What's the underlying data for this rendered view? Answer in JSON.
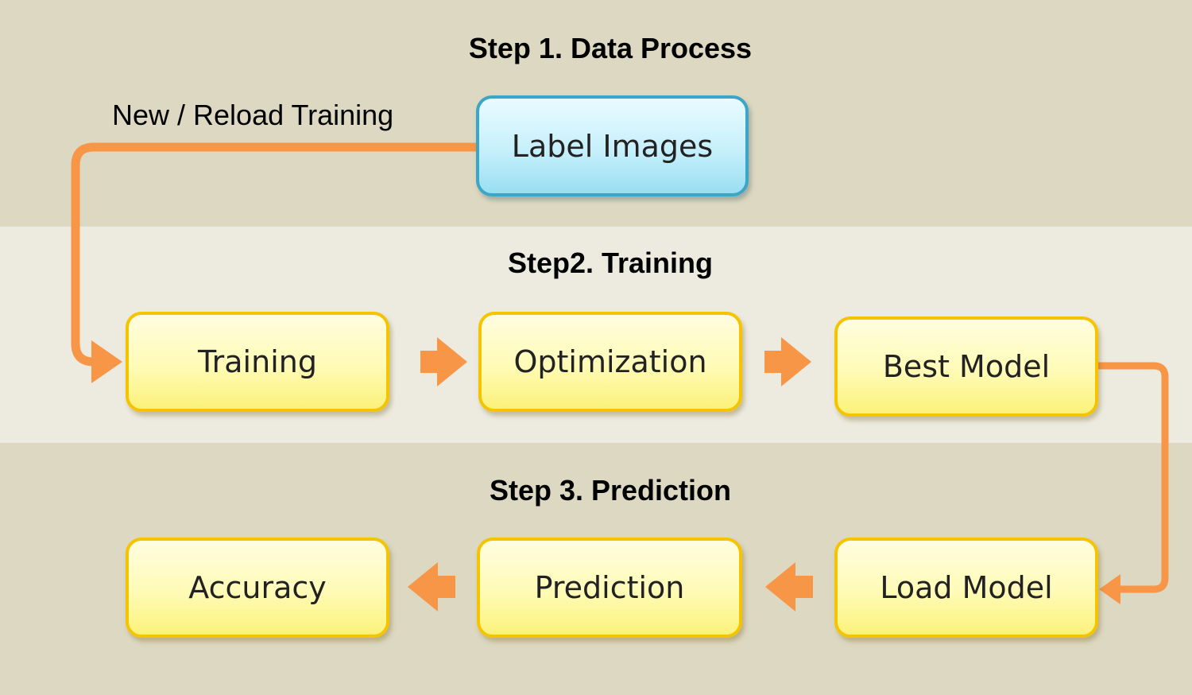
{
  "headings": {
    "step1": "Step 1. Data Process",
    "step2": "Step2. Training",
    "step3": "Step 3. Prediction"
  },
  "note": "New / Reload Training",
  "nodes": {
    "label_images": "Label Images",
    "training": "Training",
    "optimization": "Optimization",
    "best_model": "Best Model",
    "load_model": "Load Model",
    "prediction": "Prediction",
    "accuracy": "Accuracy"
  },
  "colors": {
    "arrow": "#f79646",
    "node_border_yellow": "#f5c400",
    "node_border_blue": "#3ba6c5"
  }
}
